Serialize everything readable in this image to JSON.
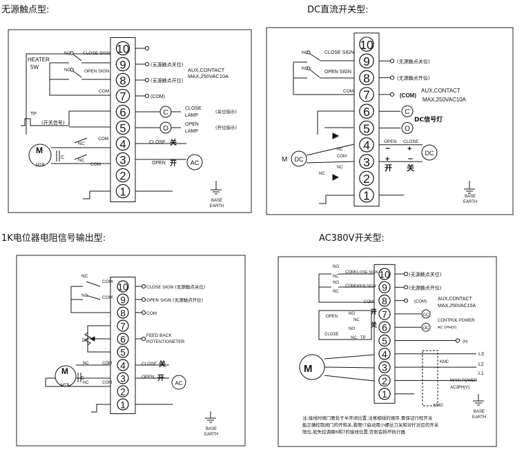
{
  "titles": {
    "passive": "无源触点型:",
    "dc": "DC直流开关型:",
    "pot": "1K电位器电阻信号输出型:",
    "ac380": "AC380V开关型:"
  },
  "common": {
    "nc": "NC",
    "no": "NO",
    "com": "COM",
    "close_sign": "CLOSE SIGN",
    "open_sign": "OPEN SIGN",
    "aux": "AUX,CONTACT",
    "max": "MAX,250VAC10A",
    "com_paren": "(COM)",
    "passive_close": "(无源触点关位)",
    "passive_open": "(无源触点开位)",
    "base": "BASE",
    "earth": "EARTH",
    "close": "CLOSE",
    "open": "OPEN",
    "guan": "关",
    "kai": "开",
    "m": "M",
    "mtb": "MTB",
    "c": "C",
    "ac": "AC",
    "dc": "DC",
    "tp": "TP"
  },
  "p1": {
    "heater": "HEATER",
    "heater_w": "5W",
    "switch_signal": "(开关信号)",
    "close_lamp": "CLOSE",
    "lamp1": "LAMP",
    "close_ind": "(关位指示)",
    "open_lamp": "OPEN",
    "lamp2": "LAMP",
    "open_ind": "(开位指示)",
    "lamp_c": "C",
    "lamp_o": "O"
  },
  "p2": {
    "dc_lamp": "DC信号灯",
    "minus": "−",
    "plus": "+"
  },
  "p3": {
    "close_sign_full": "CLOSE SIGN (无源触点关位)",
    "open_sign_full": "OPEN SIGN  (无源触点开位)",
    "com": "COM",
    "feed1": "FEED BACK",
    "feed2": "POTENTIONETER",
    "k1": "1K"
  },
  "p4": {
    "control_power": "CONTROL POWER",
    "ac1ph": "AC 1PH(V)",
    "n": "(N)",
    "l1": "L1",
    "l2": "L2",
    "l3": "L3",
    "kmc": "KMC",
    "kmo": "KMO",
    "main_power": "MAIN POWER",
    "ac3ph": "AC3PH(V)",
    "cc": "CC",
    "oc": "OC",
    "note1": "注:接线时阀门要处于半开闭位置,注意相线的顺序,要保证行程开关",
    "note2": "能正确控制阀门的开和关,看图!7启动用小螺丝刀关和对拧对应的开关",
    "note3": "限位,如失控调换6和7的接线位置,否则会损坏执行器."
  },
  "terminals": [
    "10",
    "9",
    "8",
    "7",
    "6",
    "5",
    "4",
    "3",
    "2",
    "1"
  ]
}
